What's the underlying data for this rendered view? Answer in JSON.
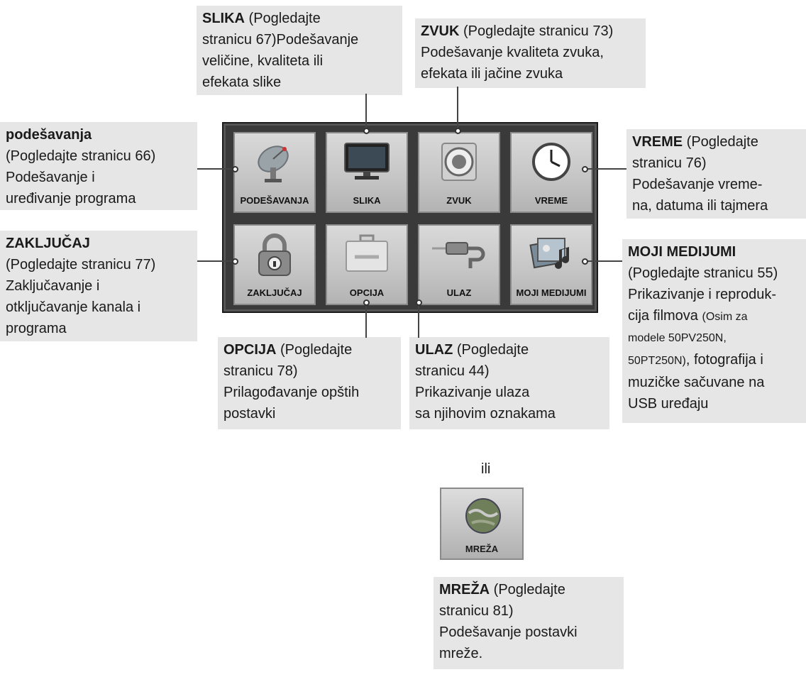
{
  "tiles": {
    "podesavanja": "PODEŠAVANJA",
    "slika": "SLIKA",
    "zvuk": "ZVUK",
    "vreme": "VREME",
    "zakljucaj": "ZAKLJUČAJ",
    "opcija": "OPCIJA",
    "ulaz": "ULAZ",
    "moji_medijumi": "MOJI MEDIJUMI",
    "mreza": "MREŽA"
  },
  "callouts": {
    "slika": {
      "title": "SLIKA",
      "l1": " (Pogledajte",
      "l2": "stranicu 67)Podešavanje",
      "l3": "veličine, kvaliteta ili",
      "l4": "efekata slike"
    },
    "zvuk": {
      "title": "ZVUK",
      "l1": " (Pogledajte stranicu 73)",
      "l2": "Podešavanje kvaliteta zvuka,",
      "l3": "efekata ili jačine zvuka"
    },
    "podesavanja": {
      "title": "podešavanja",
      "l2": "(Pogledajte stranicu 66)",
      "l3": "Podešavanje i",
      "l4": "uređivanje programa"
    },
    "vreme": {
      "title": "VREME",
      "l1": " (Pogledajte",
      "l2": "stranicu 76)",
      "l3": "Podešavanje vreme-",
      "l4": "na, datuma ili tajmera"
    },
    "zakljucaj": {
      "title": "ZAKLJUČAJ",
      "l2": "(Pogledajte stranicu 77)",
      "l3": "Zaključavanje i",
      "l4": "otključavanje kanala i",
      "l5": "programa"
    },
    "moji_medijumi": {
      "title": "MOJI MEDIJUMI",
      "l2": "(Pogledajte stranicu 55)",
      "l3": "Prikazivanje i reproduk-",
      "l4a": "cija filmova ",
      "l4b": "(Osim za",
      "l5": "modele 50PV250N,",
      "l6a": "50PT250N)",
      "l6b": ", fotografija i",
      "l7": "muzičke sačuvane na",
      "l8": "USB uređaju"
    },
    "opcija": {
      "title": "OPCIJA",
      "l1": " (Pogledajte",
      "l2": "stranicu 78)",
      "l3": "Prilagođavanje opštih",
      "l4": "postavki"
    },
    "ulaz": {
      "title": "ULAZ",
      "l1": " (Pogledajte",
      "l2": "stranicu 44)",
      "l3": "Prikazivanje ulaza",
      "l4": "sa njihovim oznakama"
    },
    "mreza": {
      "title": "MREŽA",
      "l1": " (Pogledajte",
      "l2": "stranicu 81)",
      "l3": "Podešavanje postavki",
      "l4": "mreže."
    }
  },
  "ili": "ili"
}
